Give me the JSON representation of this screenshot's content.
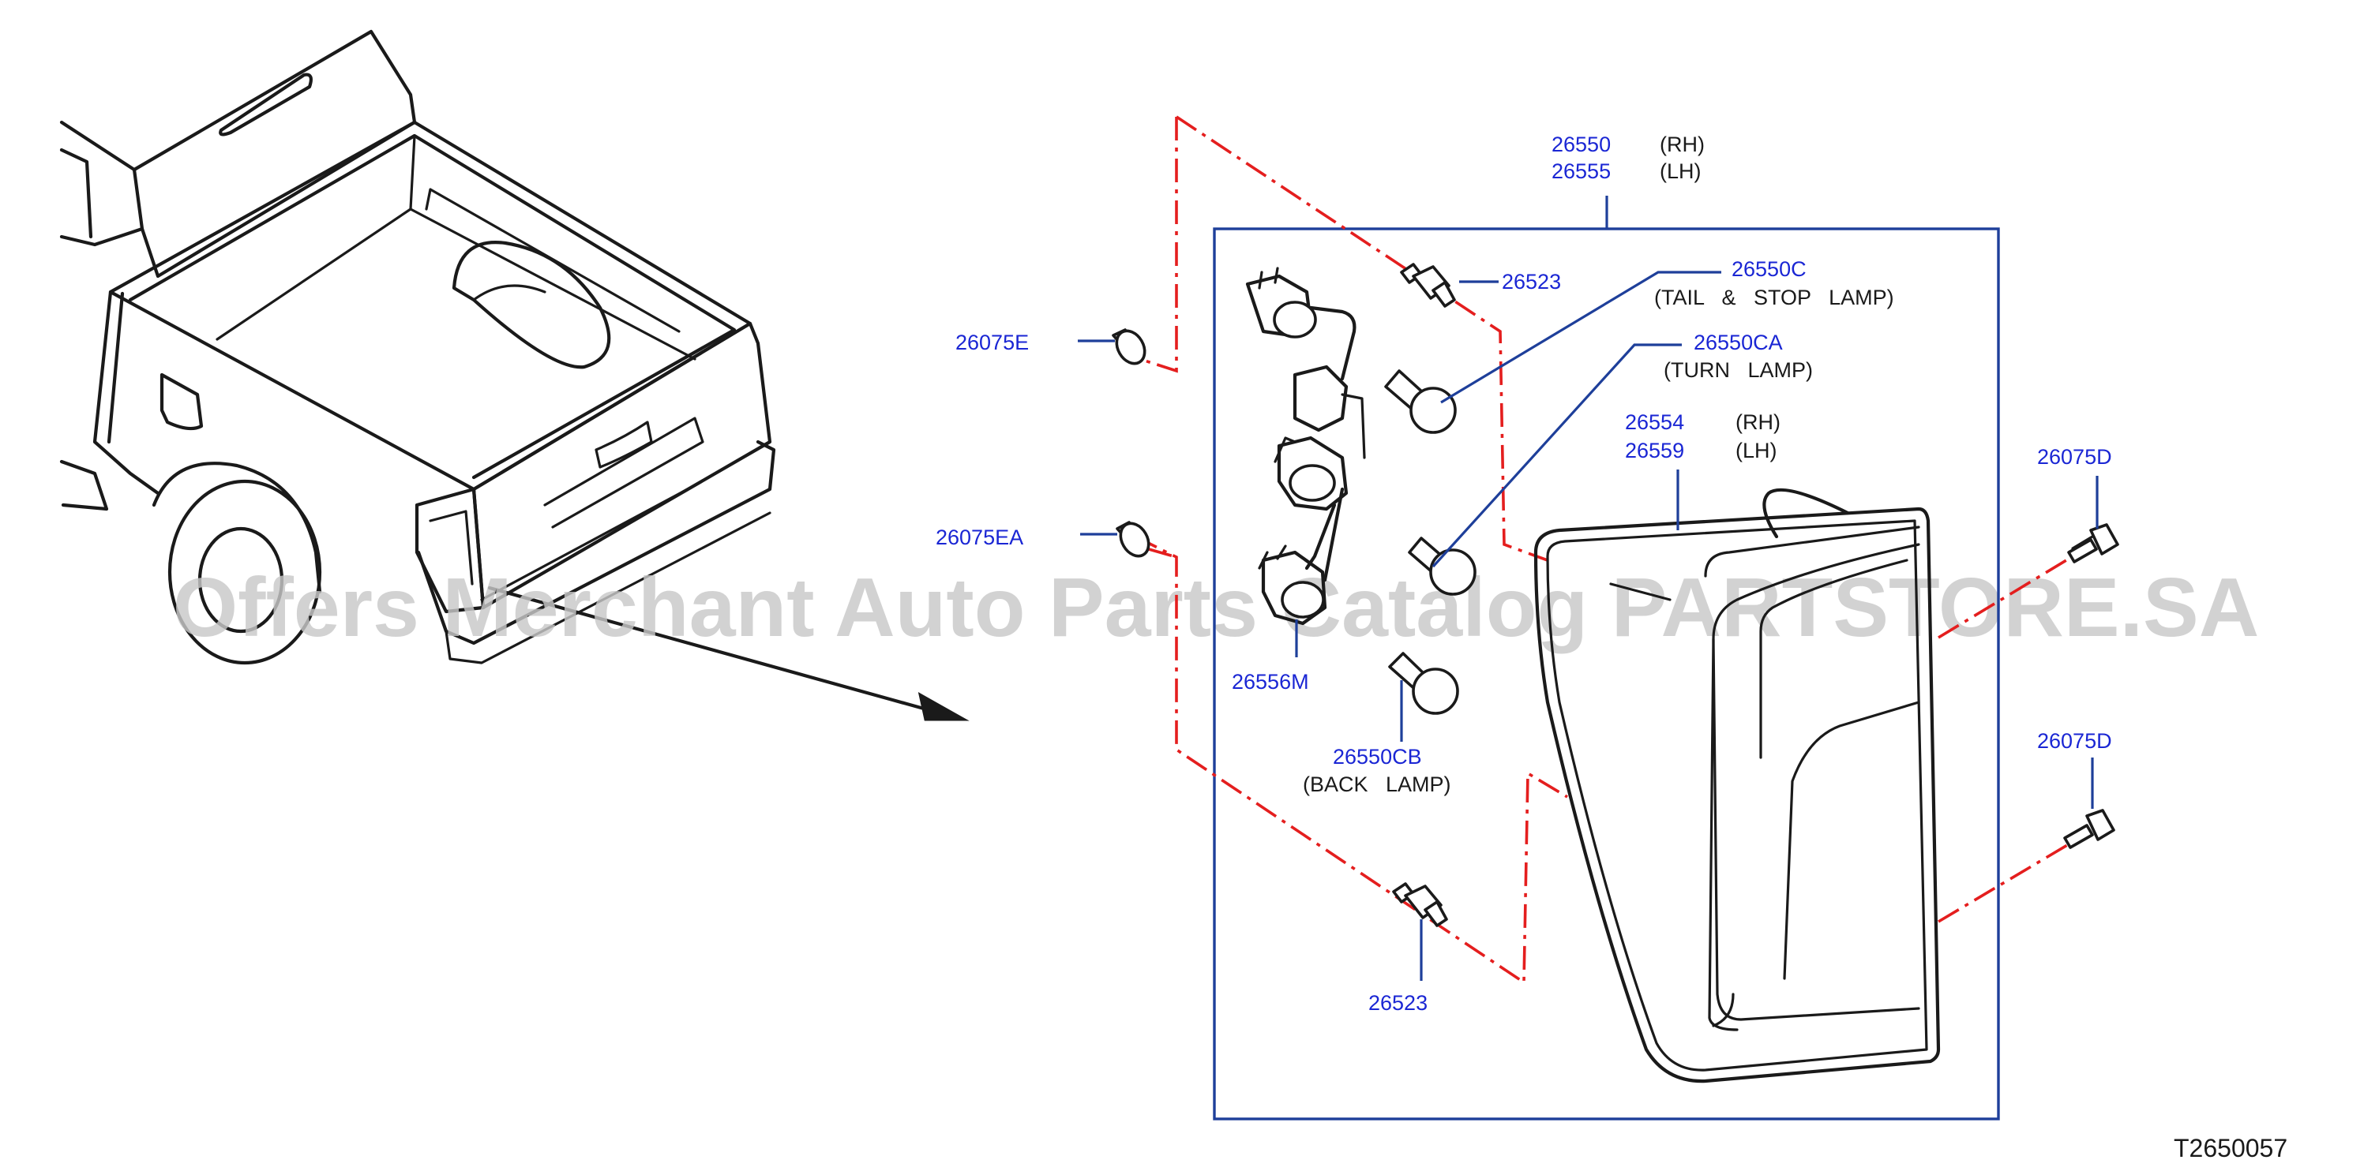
{
  "labels": {
    "assy_rh": "26550",
    "assy_rh_side": "(RH)",
    "assy_lh": "26555",
    "assy_lh_side": "(LH)",
    "bolt_top": "26523",
    "tail_stop_pn": "26550C",
    "tail_stop_desc": "(TAIL   &   STOP   LAMP)",
    "grommet_e": "26075E",
    "turn_pn": "26550CA",
    "turn_desc": "(TURN   LAMP)",
    "lens_rh": "26554",
    "lens_rh_side": "(RH)",
    "lens_lh": "26559",
    "lens_lh_side": "(LH)",
    "screw_d_top": "26075D",
    "grommet_ea": "26075EA",
    "socket": "26556M",
    "back_pn": "26550CB",
    "back_desc": "(BACK   LAMP)",
    "screw_d_bottom": "26075D",
    "bolt_bottom": "26523"
  },
  "watermark": "Offers Merchant Auto Parts Catalog PARTSTORE.SA",
  "diagram_code": "T2650057",
  "colors": {
    "part_number": "#1a26d4",
    "leader": "#1e3f9a",
    "dashed_assembly": "#e41e1e",
    "linework": "#1a1a1a"
  }
}
